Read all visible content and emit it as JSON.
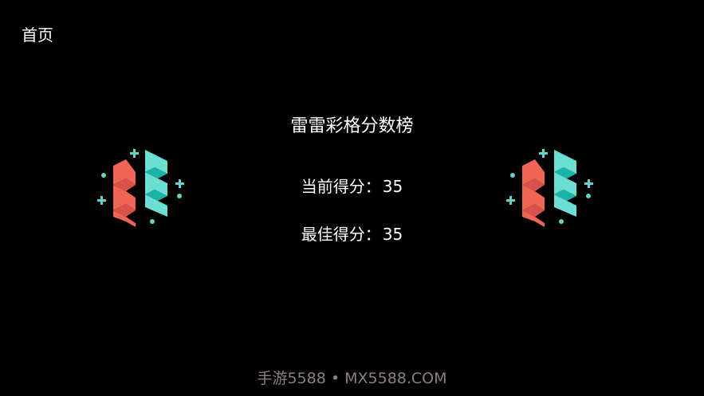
{
  "nav": {
    "home_label": "首页"
  },
  "leaderboard": {
    "title": "雷雷彩格分数榜",
    "current_score_label": "当前得分：",
    "current_score_value": "35",
    "best_score_label": "最佳得分：",
    "best_score_value": "35"
  },
  "footer": {
    "watermark": "手游5588 • MX5588.COM"
  },
  "icons": {
    "logo_left": "ribbon-logo-icon",
    "logo_right": "ribbon-logo-icon"
  },
  "colors": {
    "background": "#000000",
    "text": "#ffffff",
    "ribbon_red": "#f26555",
    "ribbon_red_dark": "#d9514a",
    "ribbon_teal": "#6adfd4",
    "ribbon_teal_dark": "#1bb3a8",
    "sparkle": "#5fd6cc",
    "footer_text": "#8a7f88"
  }
}
